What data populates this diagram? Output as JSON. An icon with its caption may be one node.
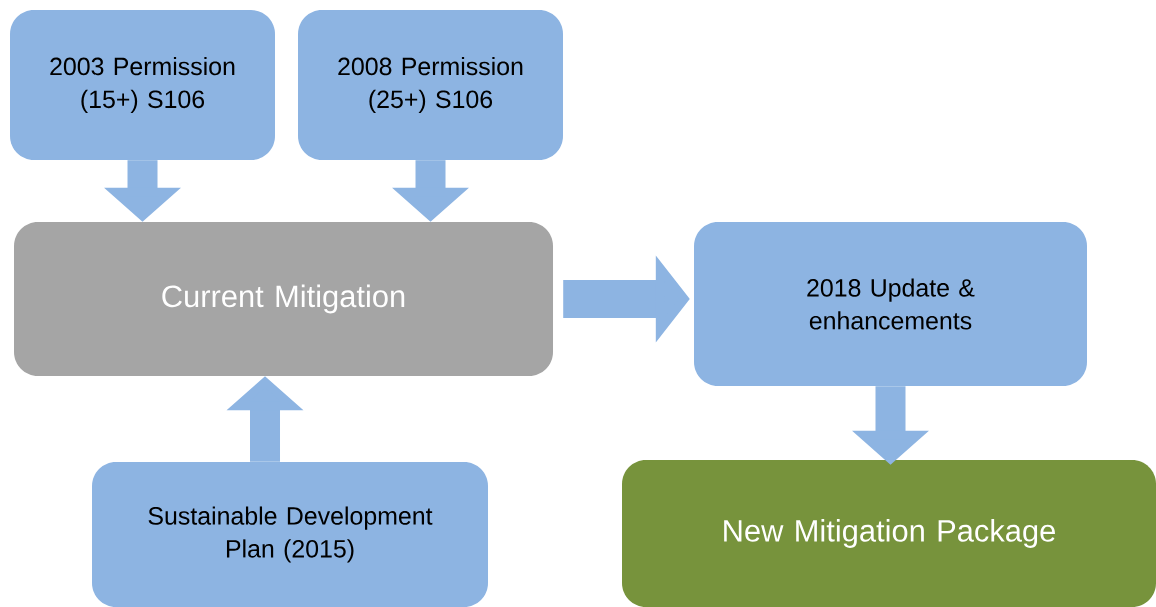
{
  "diagram": {
    "nodes": [
      {
        "text": [
          "2003 Permission (15+) S106"
        ]
      },
      {
        "text": [
          "2008 Permission (25+) S106"
        ]
      },
      {
        "text": [
          "Current Mitigation"
        ]
      },
      {
        "text": [
          "2018 Update & enhancements"
        ]
      },
      {
        "text": [
          "Sustainable Development Plan (2015)"
        ]
      },
      {
        "text": [
          "New Mitigation Package"
        ]
      }
    ],
    "edges": [
      {
        "from": 0,
        "to": 2,
        "arrow": "to"
      },
      {
        "from": 1,
        "to": 2,
        "arrow": "to"
      },
      {
        "from": 4,
        "to": 2,
        "arrow": "to"
      },
      {
        "from": 2,
        "to": 3,
        "arrow": "to"
      },
      {
        "from": 3,
        "to": 5,
        "arrow": "to"
      }
    ]
  }
}
